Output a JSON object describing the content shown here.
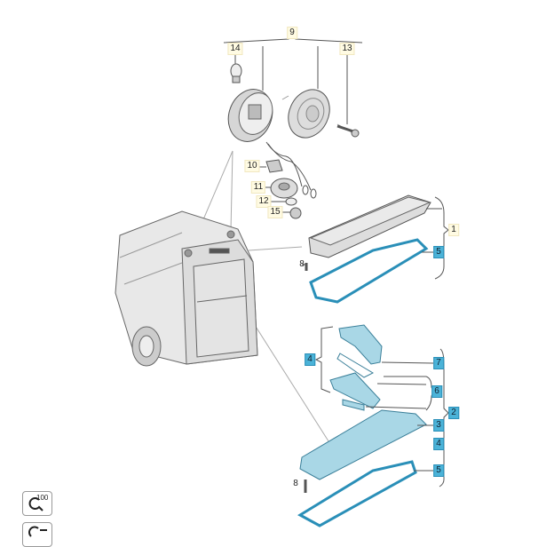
{
  "callouts": {
    "c9": "9",
    "c14": "14",
    "c13": "13",
    "c10": "10",
    "c11": "11",
    "c12": "12",
    "c15": "15",
    "c1": "1",
    "c5a": "5",
    "c8a": "8",
    "c4a": "4",
    "c7": "7",
    "c6": "6",
    "c2": "2",
    "c3": "3",
    "c4b": "4",
    "c5b": "5",
    "c8b": "8"
  },
  "toolbar": {
    "zoom_label": "100"
  },
  "colors": {
    "highlight": "#4bb3d8",
    "label_bg": "#fffbe3",
    "part_blue": "#a9d7e6"
  }
}
